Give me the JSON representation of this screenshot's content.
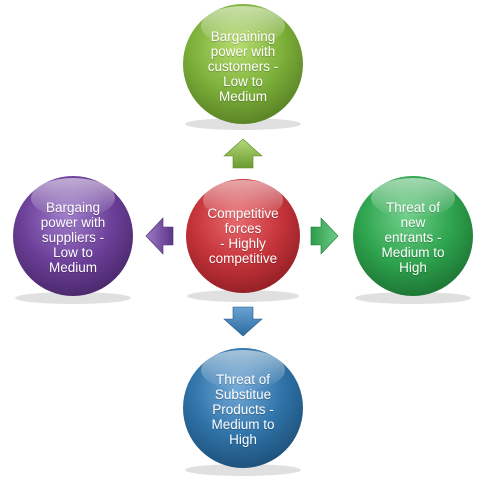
{
  "diagram": {
    "center": {
      "text": "Competitive\nforces\n- Highly\ncompetitive",
      "color": "#c4353b"
    },
    "top": {
      "text": "Bargaining\npower with\ncustomers -\nLow to\nMedium",
      "color": "#7db03a"
    },
    "left": {
      "text": "Bargaing\npower with\nsuppliers -\nLow to\nMedium",
      "color": "#6b3f98"
    },
    "right": {
      "text": "Threat of\nnew\nentrants -\nMedium to\nHigh",
      "color": "#2ea34d"
    },
    "bottom": {
      "text": "Threat of\nSubstitue\nProducts -\nMedium to\nHigh",
      "color": "#2f73a8"
    }
  }
}
